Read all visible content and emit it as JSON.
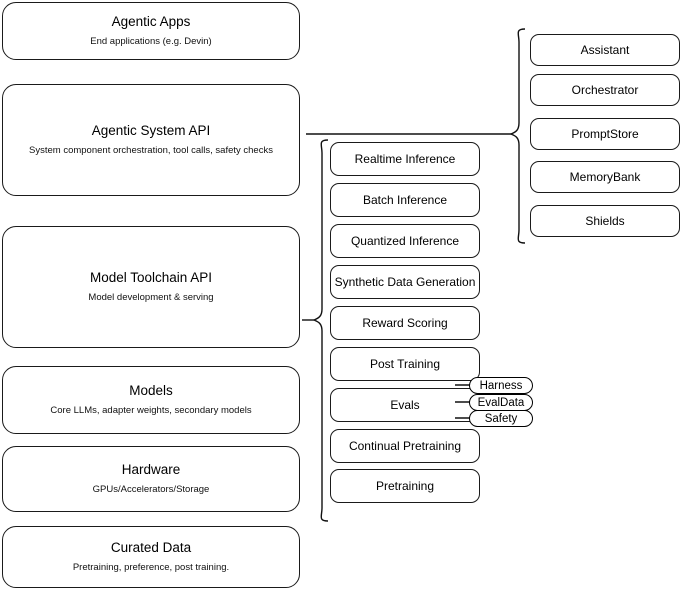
{
  "diagram": {
    "title": "Agentic AI stack layers",
    "stroke_color": "#111111",
    "background_color": "#ffffff"
  },
  "layers": [
    {
      "id": "agentic-apps",
      "title": "Agentic Apps",
      "subtitle": "End applications (e.g. Devin)"
    },
    {
      "id": "agentic-system-api",
      "title": "Agentic System API",
      "subtitle": "System component orchestration, tool calls, safety checks"
    },
    {
      "id": "model-toolchain-api",
      "title": "Model Toolchain API",
      "subtitle": "Model development & serving"
    },
    {
      "id": "models",
      "title": "Models",
      "subtitle": "Core LLMs, adapter weights, secondary models"
    },
    {
      "id": "hardware",
      "title": "Hardware",
      "subtitle": "GPUs/Accelerators/Storage"
    },
    {
      "id": "curated-data",
      "title": "Curated Data",
      "subtitle": "Pretraining, preference, post training."
    }
  ],
  "toolchain_items": [
    {
      "id": "realtime-inference",
      "label": "Realtime Inference"
    },
    {
      "id": "batch-inference",
      "label": "Batch Inference"
    },
    {
      "id": "quantized-inference",
      "label": "Quantized Inference"
    },
    {
      "id": "synthetic-data-generation",
      "label": "Synthetic Data Generation"
    },
    {
      "id": "reward-scoring",
      "label": "Reward Scoring"
    },
    {
      "id": "post-training",
      "label": "Post Training"
    },
    {
      "id": "evals",
      "label": "Evals"
    },
    {
      "id": "continual-pretraining",
      "label": "Continual Pretraining"
    },
    {
      "id": "pretraining",
      "label": "Pretraining"
    }
  ],
  "system_items": [
    {
      "id": "assistant",
      "label": "Assistant"
    },
    {
      "id": "orchestrator",
      "label": "Orchestrator"
    },
    {
      "id": "promptstore",
      "label": "PromptStore"
    },
    {
      "id": "memorybank",
      "label": "MemoryBank"
    },
    {
      "id": "shields",
      "label": "Shields"
    }
  ],
  "evals_tags": [
    {
      "id": "harness",
      "label": "Harness"
    },
    {
      "id": "evaldata",
      "label": "EvalData"
    },
    {
      "id": "safety",
      "label": "Safety"
    }
  ]
}
